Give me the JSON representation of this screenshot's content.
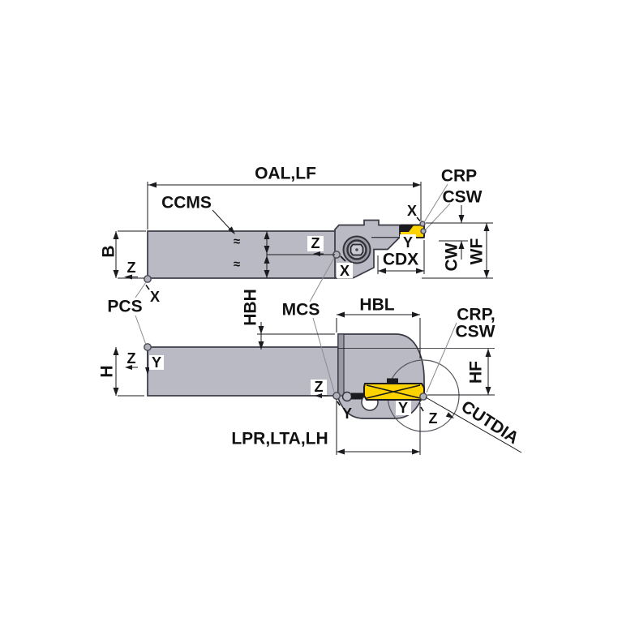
{
  "diagram_title": "grooving-tool-holder-dimension-drawing",
  "colors": {
    "body": "#b9bac3",
    "body_dark": "#9899a4",
    "outline": "#3a3a45",
    "insert": "#ffd300",
    "insert_line": "#1a1a1f",
    "dim": "#1a1a1f",
    "leader": "#8a8a92",
    "background": "#ffffff"
  },
  "axes": {
    "x": "X",
    "y": "Y",
    "z": "Z"
  },
  "points": {
    "pcs": "PCS",
    "mcs": "MCS"
  },
  "side_view": {
    "oal": "OAL,LF",
    "ccms": "CCMS",
    "b": "B",
    "approx": "≈",
    "crp": "CRP",
    "csw": "CSW",
    "cdx": "CDX",
    "cw": "CW",
    "wf": "WF"
  },
  "plan_view": {
    "h": "H",
    "hbh": "HBH",
    "hbl": "HBL",
    "hf": "HF",
    "crp_line1": "CRP,",
    "csw_line2": "CSW",
    "cutdia": "CUTDIA",
    "lpr": "LPR,LTA,LH"
  }
}
